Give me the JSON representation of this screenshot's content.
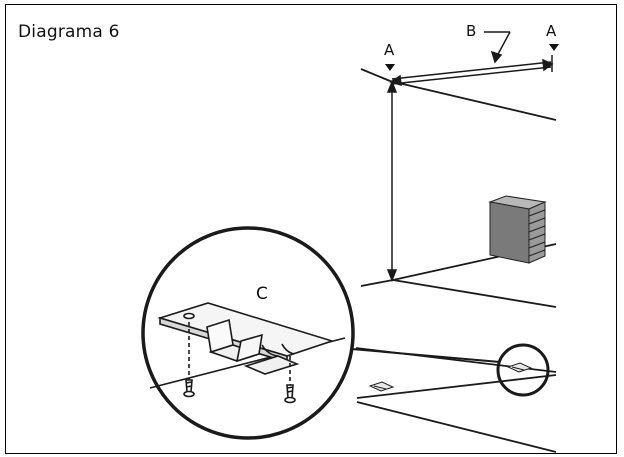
{
  "title": "Diagrama 6",
  "labels": {
    "a_left": "A",
    "a_right": "A",
    "b": "B",
    "c": "C"
  },
  "colors": {
    "line": "#1a1a1a",
    "cabinet": "#8c8c8c",
    "background": "#ffffff"
  }
}
